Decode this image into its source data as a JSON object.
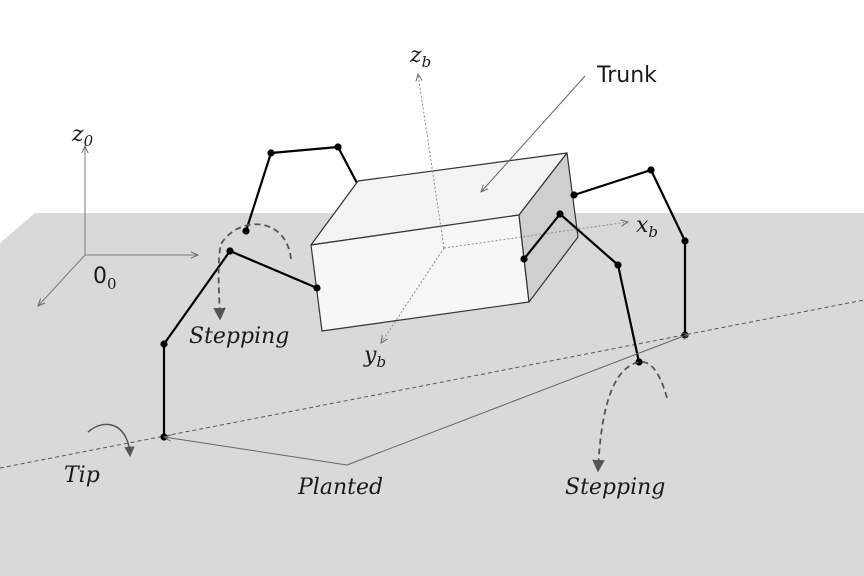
{
  "labels": {
    "trunk": "Trunk",
    "stepping_left": "Stepping",
    "stepping_right": "Stepping",
    "planted": "Planted",
    "tip": "Tip"
  },
  "world_frame": {
    "z_axis": "z",
    "z_sub": "0",
    "origin": "0",
    "origin_sub": "0"
  },
  "body_frame": {
    "z_axis": "z",
    "z_sub": "b",
    "x_axis": "x",
    "x_sub": "b",
    "y_axis": "y",
    "y_sub": "b"
  },
  "colors": {
    "ground": "#d9d9d9",
    "trunk_top": "#f3f3f3",
    "trunk_front": "#f7f7f7",
    "trunk_side": "#cfcfcf",
    "legs": "#000000",
    "arcs": "#555555"
  }
}
